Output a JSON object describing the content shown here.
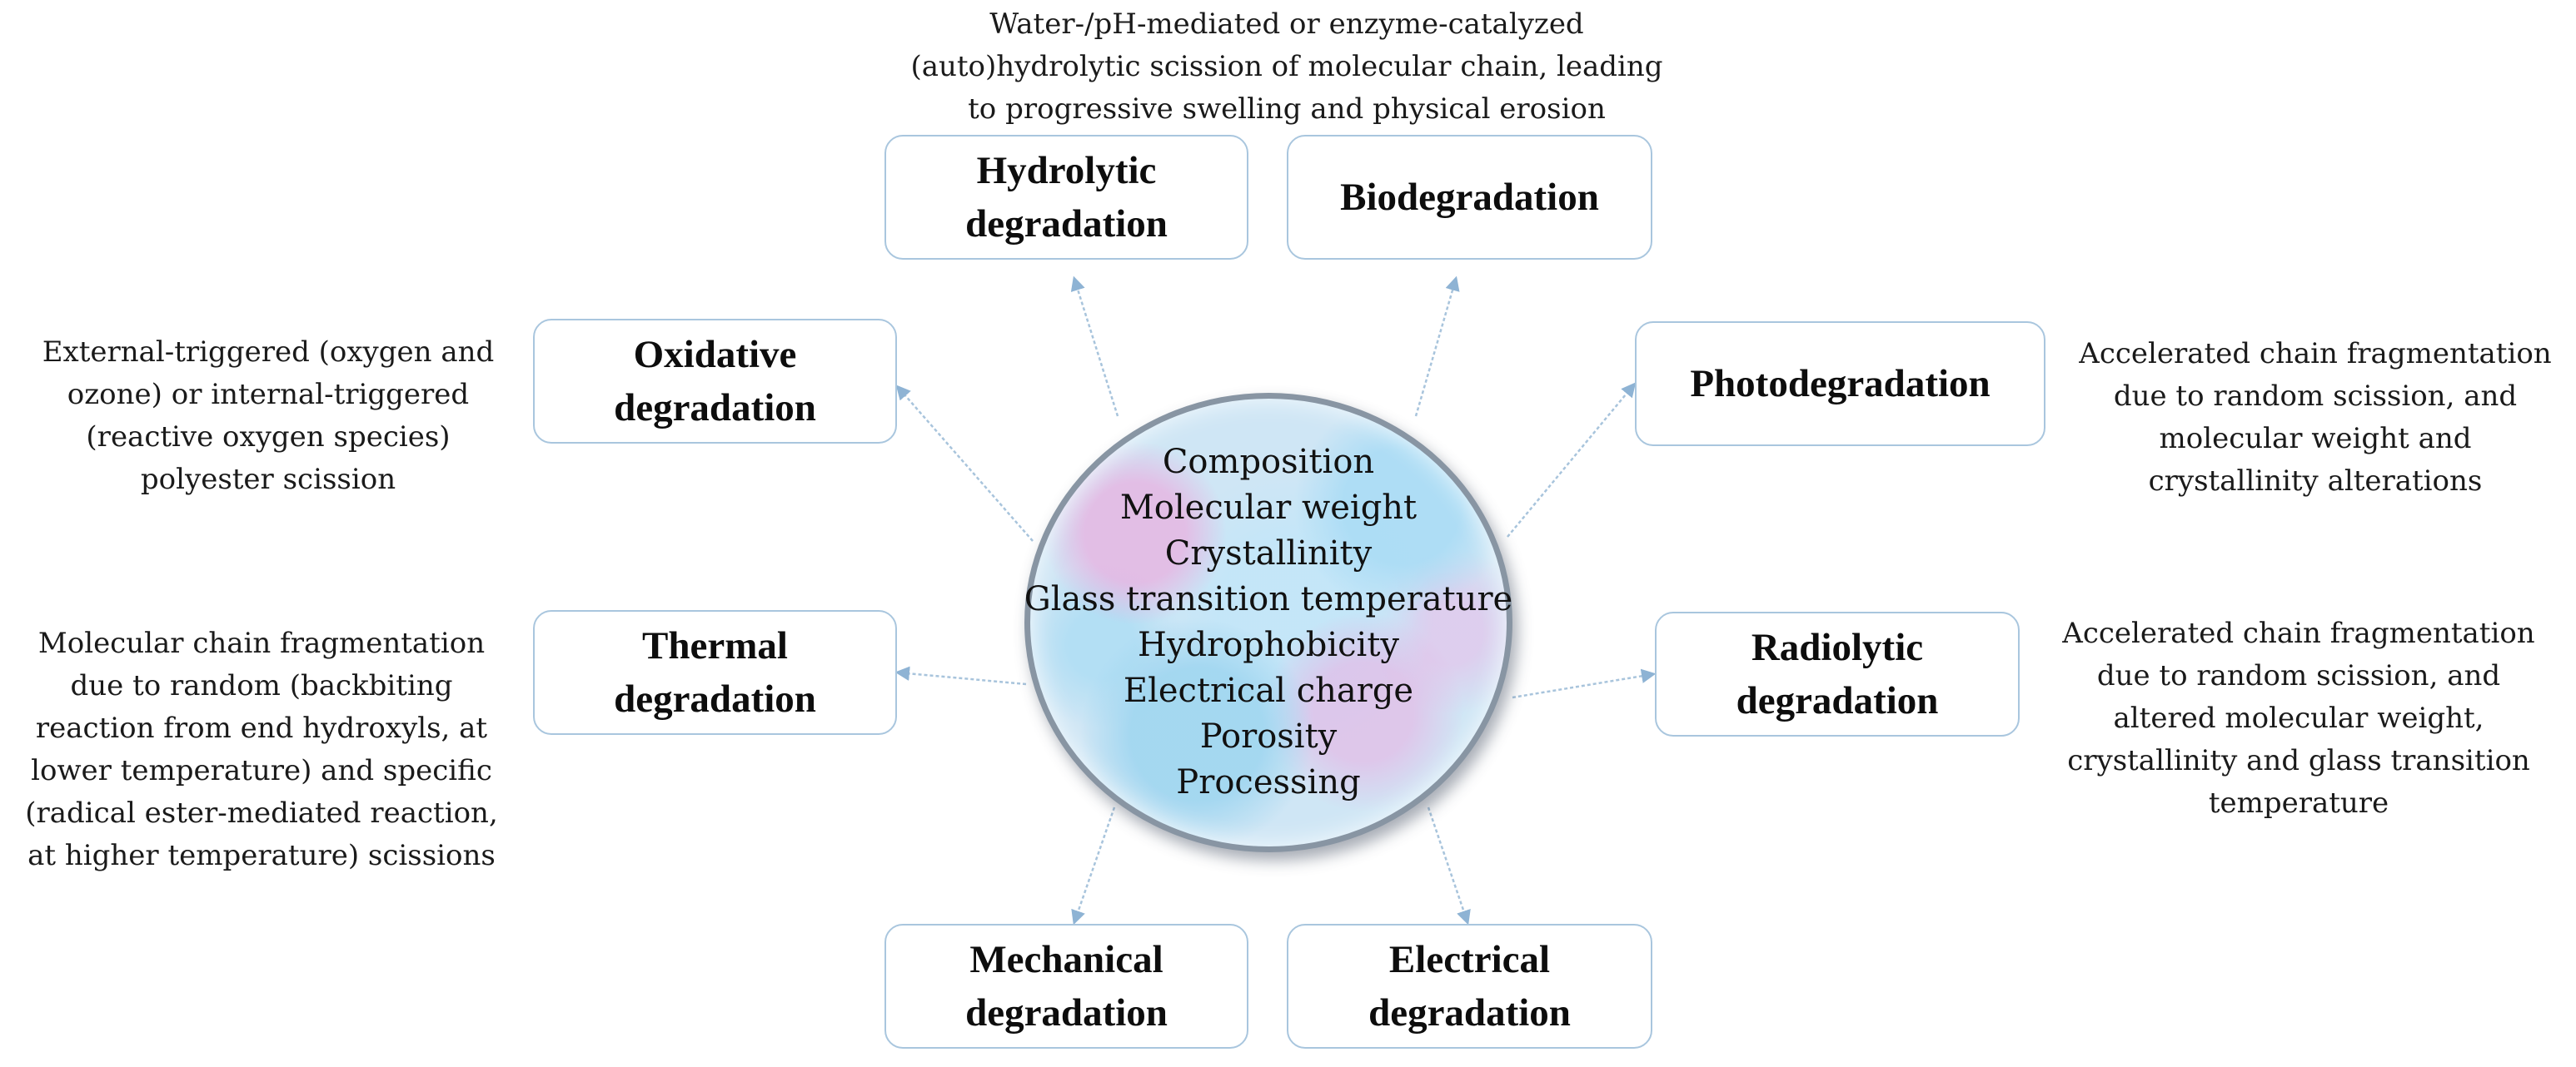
{
  "center": {
    "properties": [
      "Composition",
      "Molecular weight",
      "Crystallinity",
      "Glass transition temperature",
      "Hydrophobicity",
      "Electrical charge",
      "Porosity",
      "Processing"
    ]
  },
  "nodes": {
    "hydrolytic": {
      "line1": "Hydrolytic",
      "line2": "degradation"
    },
    "biodegradation": {
      "line1": "Biodegradation"
    },
    "oxidative": {
      "line1": "Oxidative",
      "line2": "degradation"
    },
    "photodegradation": {
      "line1": "Photodegradation"
    },
    "thermal": {
      "line1": "Thermal",
      "line2": "degradation"
    },
    "radiolytic": {
      "line1": "Radiolytic",
      "line2": "degradation"
    },
    "mechanical": {
      "line1": "Mechanical",
      "line2": "degradation"
    },
    "electrical": {
      "line1": "Electrical",
      "line2": "degradation"
    }
  },
  "descriptions": {
    "hydrolytic_bio": "Water-/pH-mediated or enzyme-catalyzed\n(auto)hydrolytic scission of molecular chain, leading\nto progressive swelling and physical erosion",
    "oxidative": "External-triggered (oxygen and\nozone) or internal-triggered\n(reactive oxygen species)\npolyester scission",
    "photodegradation": "Accelerated chain fragmentation\ndue to random scission, and\nmolecular weight and\ncrystallinity alterations",
    "thermal": "Molecular chain fragmentation\ndue to random (backbiting\nreaction from end hydroxyls, at\nlower temperature) and specific\n(radical ester-mediated  reaction,\nat higher temperature) scissions",
    "radiolytic": "Accelerated chain fragmentation\ndue to random scission, and\naltered molecular weight,\ncrystallinity and glass transition\ntemperature"
  },
  "colors": {
    "box_border": "#a9c6de",
    "arrow": "#8eb3d4",
    "circle_border": "#8895a3"
  }
}
